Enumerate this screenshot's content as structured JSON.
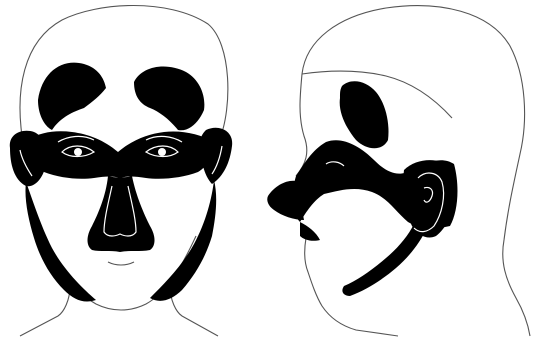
{
  "figure": {
    "views": [
      {
        "id": "front",
        "subject": "head-front-view"
      },
      {
        "id": "profile",
        "subject": "head-side-view"
      }
    ],
    "colors": {
      "background": "#ffffff",
      "outline": "#555555",
      "shaded_region": "#000000",
      "feature_lines_on_shading": "#ffffff"
    }
  }
}
